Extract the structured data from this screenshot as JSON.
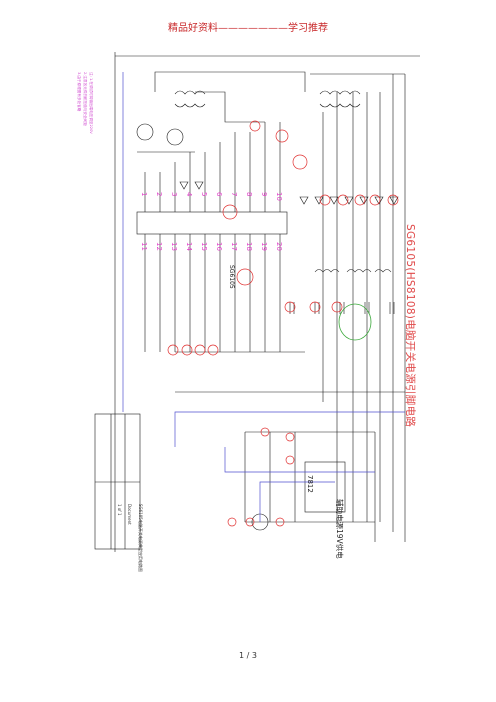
{
  "header": {
    "text": "精品好资料———————学习推荐"
  },
  "schematic": {
    "title": "SG6105(HS8108)电脑开关电源引脚电路",
    "subtitle": "辅助电源19V供电",
    "ic_label": "SG6105",
    "regulator_label": "7812",
    "doc_title": "SG6105电脑开关电源典型应用电路图",
    "doc_number": "Document",
    "doc_rev": "1 of 1",
    "notes": [
      "注: 1.在调试时将输出端电压调至220V",
      "2.注意各元件的耐压值与安全间距",
      "3.由于原理图有多处省略"
    ],
    "pins_upper": [
      "1",
      "2",
      "3",
      "4",
      "5",
      "6",
      "7",
      "8",
      "9",
      "10"
    ],
    "pins_lower": [
      "11",
      "12",
      "13",
      "14",
      "15",
      "16",
      "17",
      "18",
      "19",
      "20"
    ]
  },
  "footer": {
    "page_text": "1 / 3"
  },
  "colors": {
    "header": "#c8282a",
    "title": "#e04a4a",
    "annotation": "#e040c8",
    "markup": "#5050d0"
  }
}
